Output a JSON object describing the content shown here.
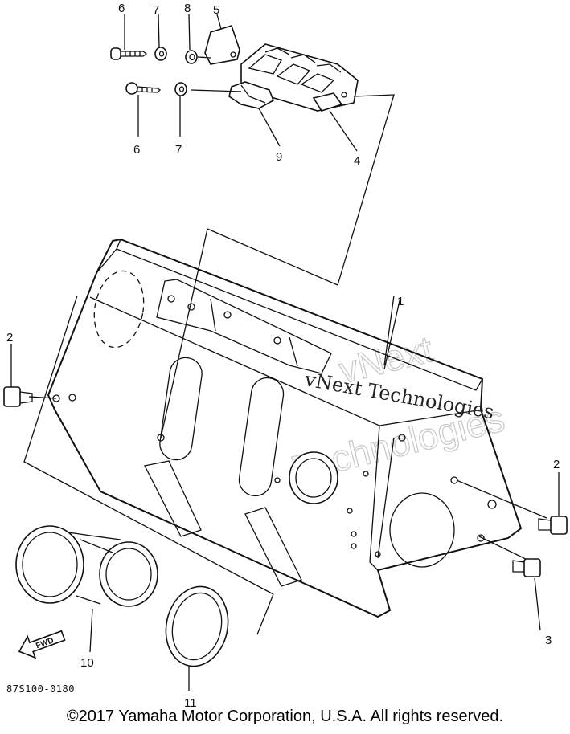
{
  "callouts": [
    {
      "label": "6"
    },
    {
      "label": "7"
    },
    {
      "label": "8"
    },
    {
      "label": "5"
    },
    {
      "label": "6"
    },
    {
      "label": "7"
    },
    {
      "label": "9"
    },
    {
      "label": "4"
    },
    {
      "label": "1"
    },
    {
      "label": "2"
    },
    {
      "label": "2"
    },
    {
      "label": "3"
    },
    {
      "label": "10"
    },
    {
      "label": "11"
    }
  ],
  "watermark": {
    "line1": "vNext Technologies",
    "big1": "vNext",
    "big2": "Technologies"
  },
  "fwd_label": "FWD",
  "part_code": "87S100-0180",
  "copyright": "©2017 Yamaha Motor Corporation, U.S.A. All rights reserved."
}
